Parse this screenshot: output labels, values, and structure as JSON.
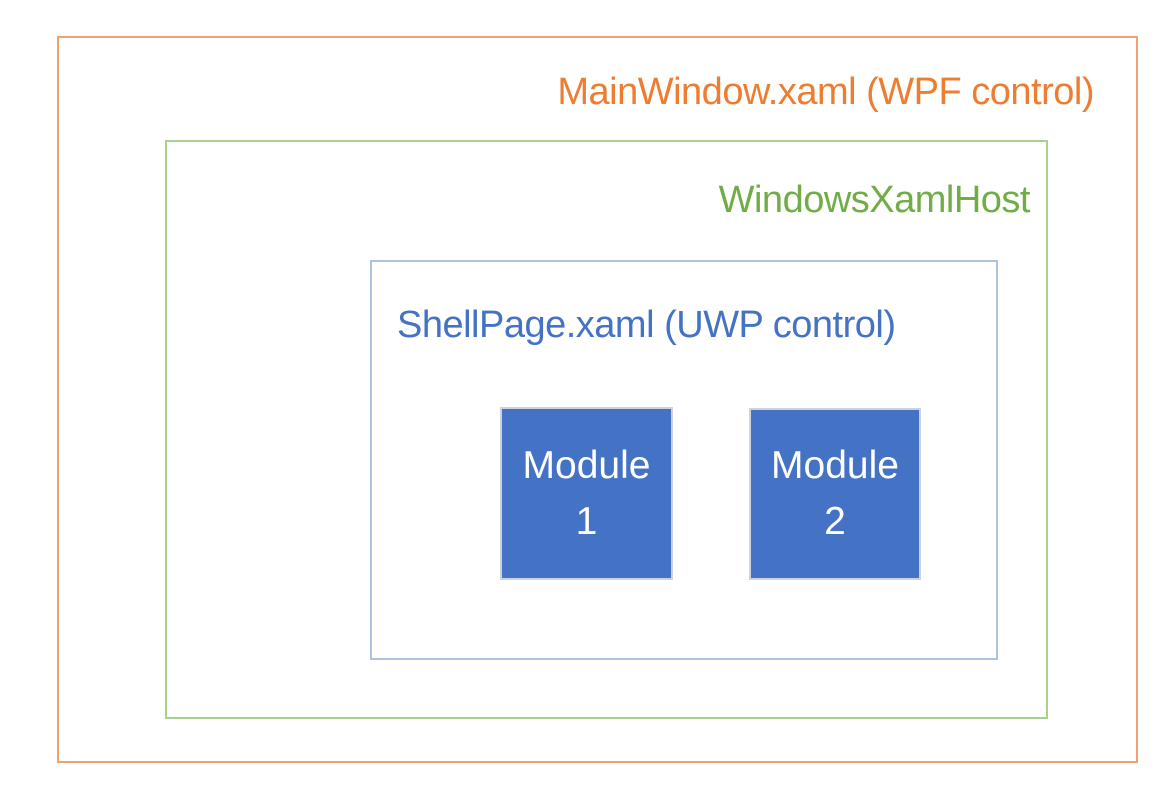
{
  "diagram": {
    "boxes": {
      "main_window": {
        "label": "MainWindow.xaml (WPF control)"
      },
      "xaml_host": {
        "label": "WindowsXamlHost"
      },
      "shell_page": {
        "label": "ShellPage.xaml (UWP control)"
      }
    },
    "modules": [
      {
        "name": "Module",
        "number": "1"
      },
      {
        "name": "Module",
        "number": "2"
      }
    ],
    "colors": {
      "main_window_text": "#ED7D31",
      "main_window_border": "#F1A16D",
      "xaml_host_text": "#70AD47",
      "xaml_host_border": "#A9D18E",
      "shell_page_text": "#4472C4",
      "shell_page_border": "#AEC2E2",
      "module_fill": "#4472C4",
      "module_border": "#CDD3DC",
      "module_text": "#FFFFFF",
      "background": "#FFFFFF"
    }
  }
}
